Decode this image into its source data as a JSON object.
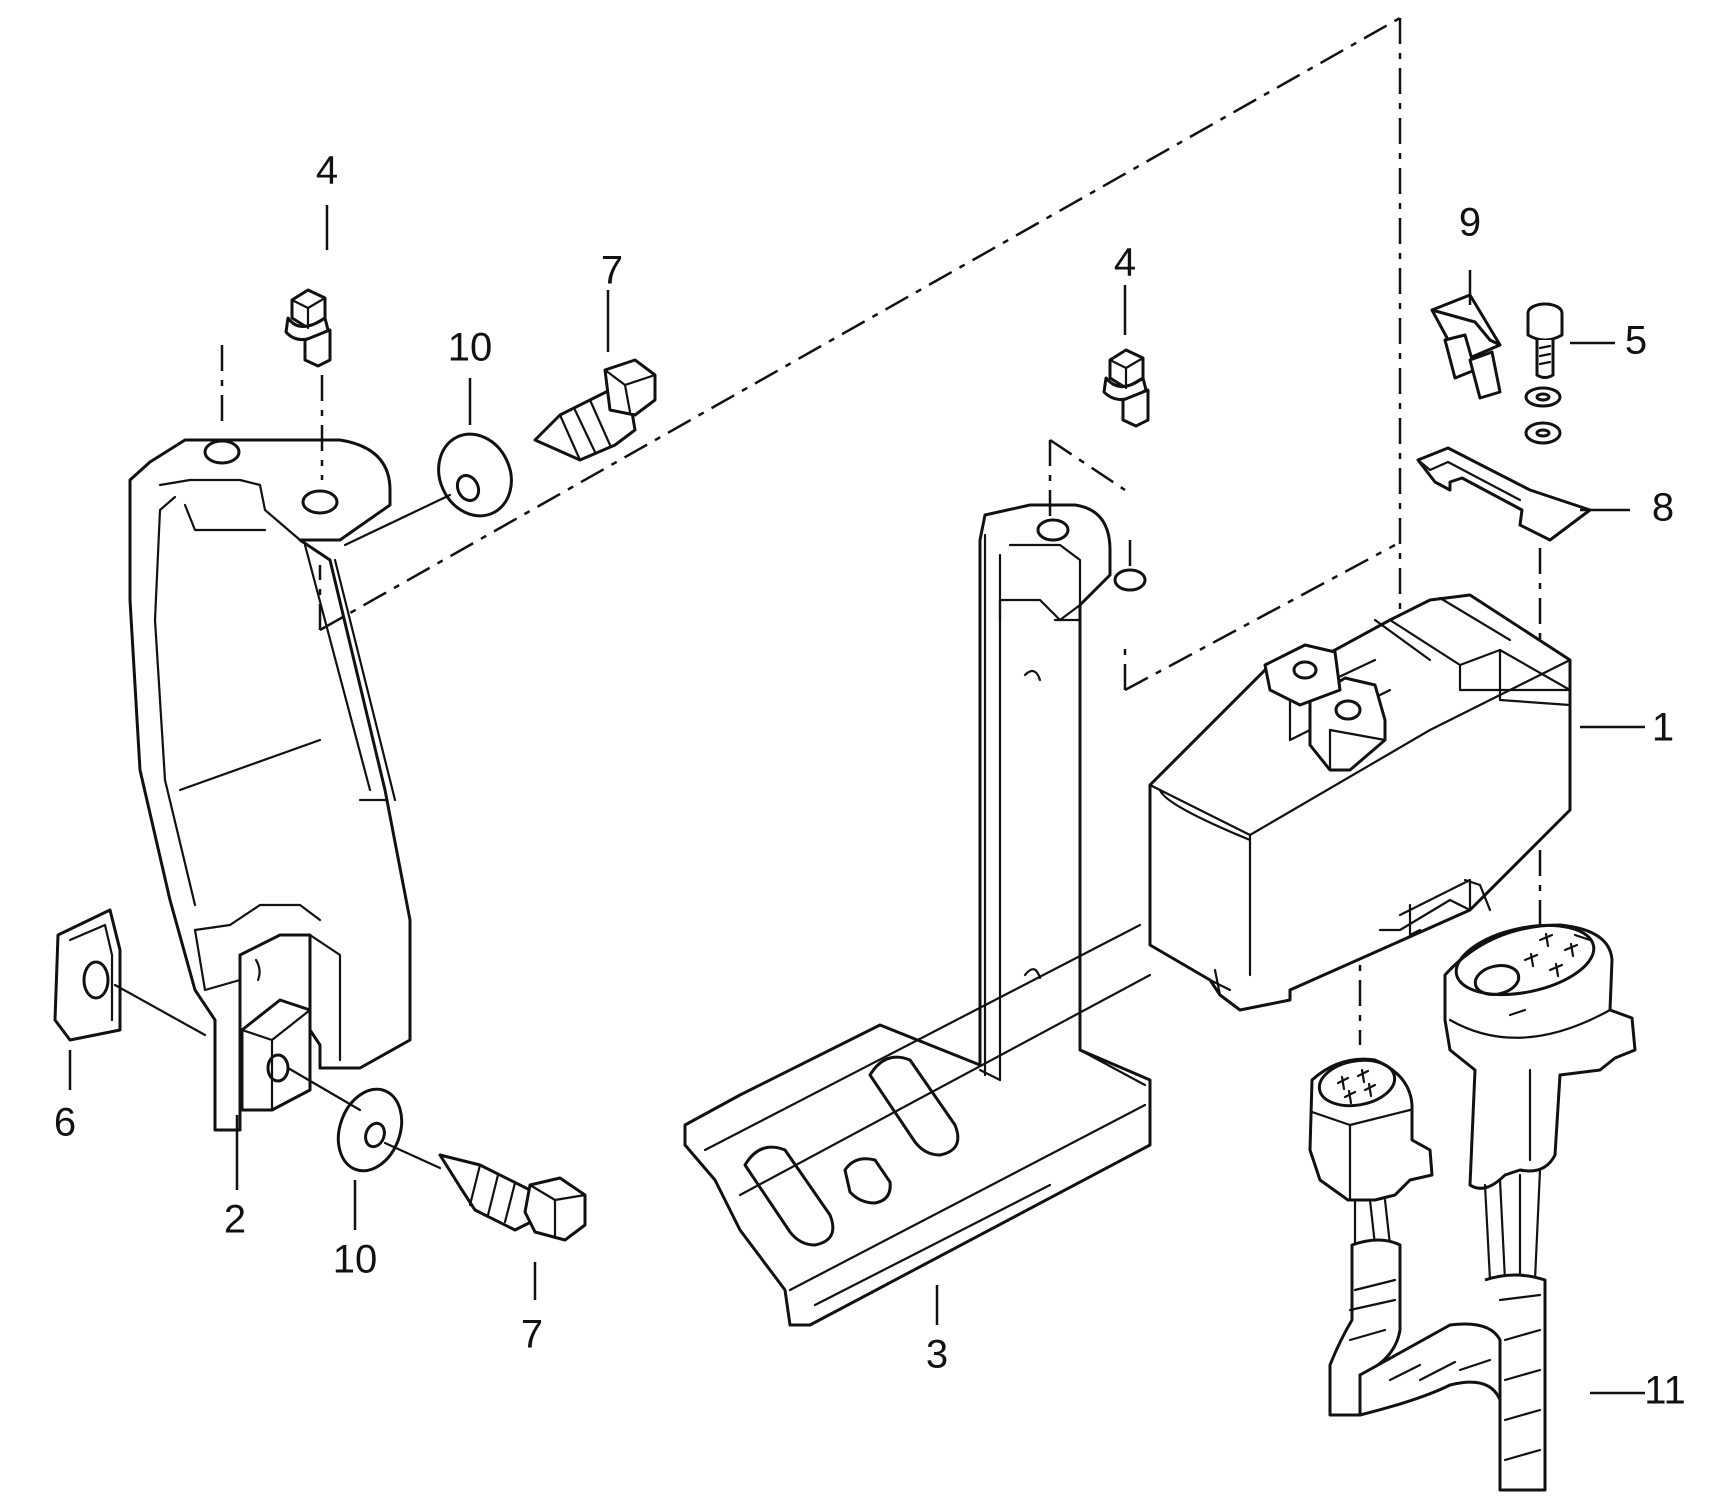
{
  "callouts": [
    {
      "id": "c1",
      "label": "1"
    },
    {
      "id": "c2",
      "label": "2"
    },
    {
      "id": "c3",
      "label": "3"
    },
    {
      "id": "c4a",
      "label": "4"
    },
    {
      "id": "c4b",
      "label": "4"
    },
    {
      "id": "c5",
      "label": "5"
    },
    {
      "id": "c6",
      "label": "6"
    },
    {
      "id": "c7a",
      "label": "7"
    },
    {
      "id": "c7b",
      "label": "7"
    },
    {
      "id": "c8",
      "label": "8"
    },
    {
      "id": "c9",
      "label": "9"
    },
    {
      "id": "c10a",
      "label": "10"
    },
    {
      "id": "c10b",
      "label": "10"
    },
    {
      "id": "c11",
      "label": "11"
    }
  ]
}
